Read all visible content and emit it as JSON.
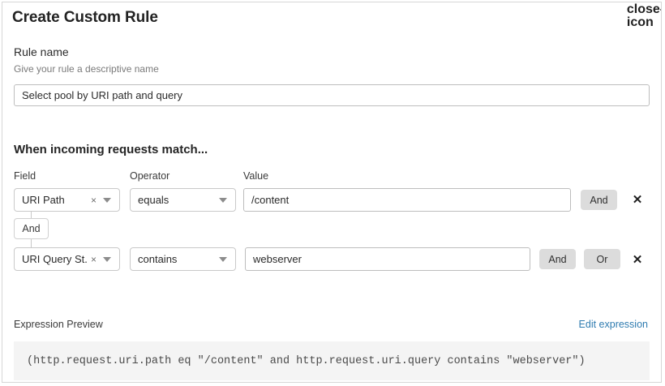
{
  "dialog": {
    "title": "Create Custom Rule",
    "close_icon": "close-icon"
  },
  "rule_name": {
    "label": "Rule name",
    "help": "Give your rule a descriptive name",
    "value": "Select pool by URI path and query",
    "placeholder": ""
  },
  "conditions": {
    "heading": "When incoming requests match...",
    "columns": {
      "field": "Field",
      "operator": "Operator",
      "value": "Value"
    },
    "connector_badge": "And",
    "rows": [
      {
        "field": "URI Path",
        "clear_icon": "×",
        "operator": "equals",
        "value": "/content",
        "buttons": [
          "And"
        ],
        "delete_icon": "✕"
      },
      {
        "field": "URI Query St...",
        "clear_icon": "×",
        "operator": "contains",
        "value": "webserver",
        "buttons": [
          "And",
          "Or"
        ],
        "delete_icon": "✕"
      }
    ]
  },
  "expression": {
    "label": "Expression Preview",
    "edit_link": "Edit expression",
    "text": "(http.request.uri.path eq \"/content\" and http.request.uri.query contains \"webserver\")"
  },
  "colors": {
    "link": "#2f7cb0",
    "pill": "#dcdcdc",
    "preview_bg": "#f4f4f4",
    "border": "#c9c9c9"
  }
}
